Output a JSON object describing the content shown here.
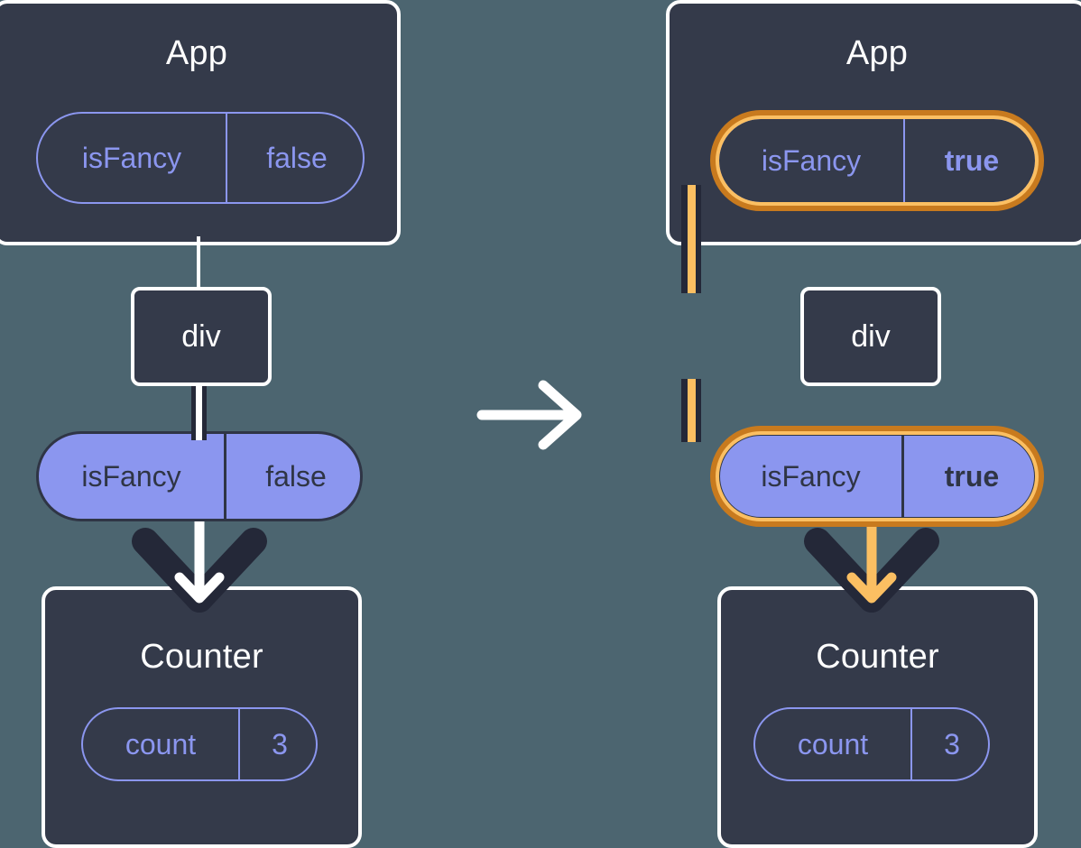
{
  "diagram": {
    "title": "React state update propagation diagram",
    "transition_icon": "right-arrow-icon",
    "colors": {
      "background": "#4c6570",
      "card_fill": "#343a4a",
      "card_border": "#ffffff",
      "accent_purple": "#8b96ef",
      "dark_ink": "#2f3545",
      "highlight_orange_dark": "#c87a1e",
      "highlight_orange_light": "#fbbf62"
    }
  },
  "before": {
    "app": {
      "title": "App",
      "state_pill": {
        "name": "isFancy",
        "value": "false",
        "highlighted": false,
        "bold_value": false
      }
    },
    "div": {
      "label": "div"
    },
    "props_pill": {
      "name": "isFancy",
      "value": "false",
      "highlighted": false,
      "bold_value": false
    },
    "counter": {
      "title": "Counter",
      "state_pill": {
        "name": "count",
        "value": "3",
        "highlighted": false,
        "bold_value": false
      }
    }
  },
  "after": {
    "app": {
      "title": "App",
      "state_pill": {
        "name": "isFancy",
        "value": "true",
        "highlighted": true,
        "bold_value": true
      },
      "sparkle_large": "sparkle-icon",
      "sparkle_small": "sparkle-icon"
    },
    "div": {
      "label": "div"
    },
    "props_pill": {
      "name": "isFancy",
      "value": "true",
      "highlighted": true,
      "bold_value": true
    },
    "counter": {
      "title": "Counter",
      "state_pill": {
        "name": "count",
        "value": "3",
        "highlighted": false,
        "bold_value": false
      }
    }
  }
}
